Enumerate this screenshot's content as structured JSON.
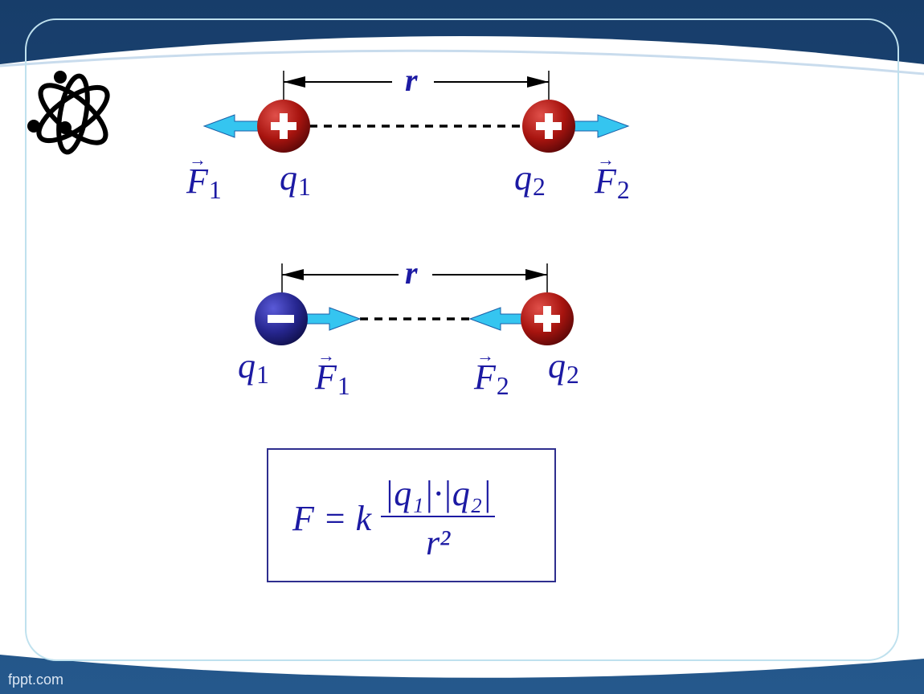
{
  "top_diagram": {
    "distance_label": "r",
    "charge_left": {
      "symbol": "+",
      "name": "q",
      "sub": "1"
    },
    "charge_right": {
      "symbol": "+",
      "name": "q",
      "sub": "2"
    },
    "force_left": {
      "name": "F",
      "sub": "1"
    },
    "force_right": {
      "name": "F",
      "sub": "2"
    }
  },
  "bottom_diagram": {
    "distance_label": "r",
    "charge_left": {
      "symbol": "−",
      "name": "q",
      "sub": "1"
    },
    "charge_right": {
      "symbol": "+",
      "name": "q",
      "sub": "2"
    },
    "force_left": {
      "name": "F",
      "sub": "1"
    },
    "force_right": {
      "name": "F",
      "sub": "2"
    }
  },
  "formula": {
    "lhs": "F = k",
    "numerator": "|q₁|·|q₂|",
    "denominator": "r²"
  },
  "footer": "fppt.com",
  "colors": {
    "frame_blue": "#1e4a7a",
    "text_blue": "#1c1aa3",
    "positive_charge": "#b01818",
    "negative_charge": "#2a2a9a",
    "force_arrow": "#35c5f0"
  },
  "icons": [
    "atom-icon"
  ]
}
